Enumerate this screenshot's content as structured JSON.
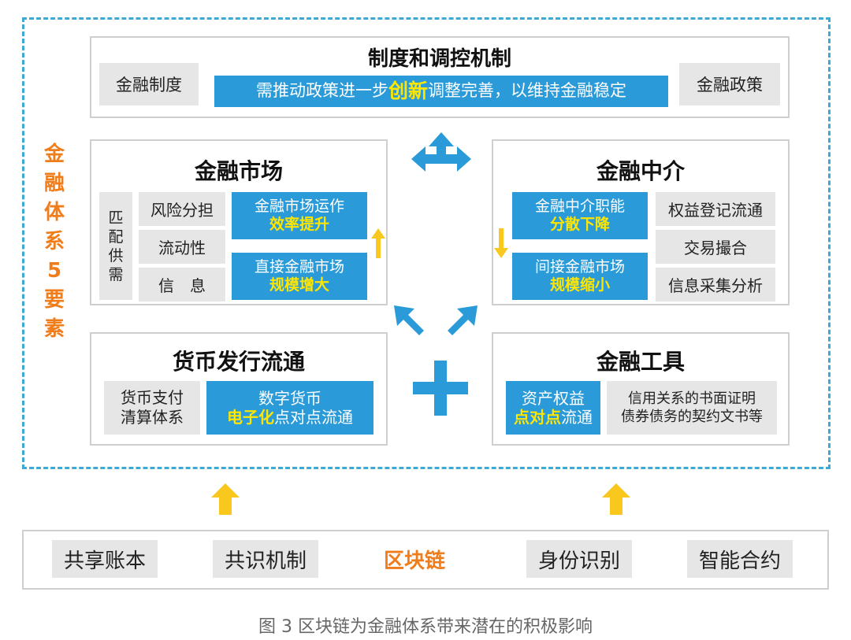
{
  "side_title": [
    "金",
    "融",
    "体",
    "系",
    "5",
    "要",
    "素"
  ],
  "mechanism": {
    "title": "制度和调控机制",
    "left": "金融制度",
    "right": "金融政策",
    "banner_pre": "需推动政策进一步",
    "banner_emph": "创新",
    "banner_post": "调整完善，以维持金融稳定"
  },
  "market": {
    "title": "金融市场",
    "match_label": [
      "匹",
      "配",
      "供",
      "需"
    ],
    "items": [
      "风险分担",
      "流动性",
      "信　息"
    ],
    "box1_line1": "金融市场运作",
    "box1_line2": "效率提升",
    "box2_line1": "直接金融市场",
    "box2_line2": "规模增大"
  },
  "intermediary": {
    "title": "金融中介",
    "box1_line1": "金融中介职能",
    "box1_line2": "分散下降",
    "box2_line1": "间接金融市场",
    "box2_line2": "规模缩小",
    "items": [
      "权益登记流通",
      "交易撮合",
      "信息采集分析"
    ]
  },
  "currency": {
    "title": "货币发行流通",
    "gray_line1": "货币支付",
    "gray_line2": "清算体系",
    "blue_line1": "数字货币",
    "blue_emph": "电子化",
    "blue_post": "点对点流通"
  },
  "tools": {
    "title": "金融工具",
    "blue_line1": "资产权益",
    "blue_emph": "点对点",
    "blue_post": "流通",
    "gray_line1": "信用关系的书面证明",
    "gray_line2": "债券债务的契约文书等"
  },
  "blockchain": {
    "items": [
      "共享账本",
      "共识机制",
      "区块链",
      "身份识别",
      "智能合约"
    ]
  },
  "caption": "图 3  区块链为金融体系带来潜在的积极影响",
  "colors": {
    "accent_blue": "#2a9ad8",
    "orange": "#f07d1b",
    "yellow": "#ffe600",
    "gray": "#e6e6e6"
  }
}
